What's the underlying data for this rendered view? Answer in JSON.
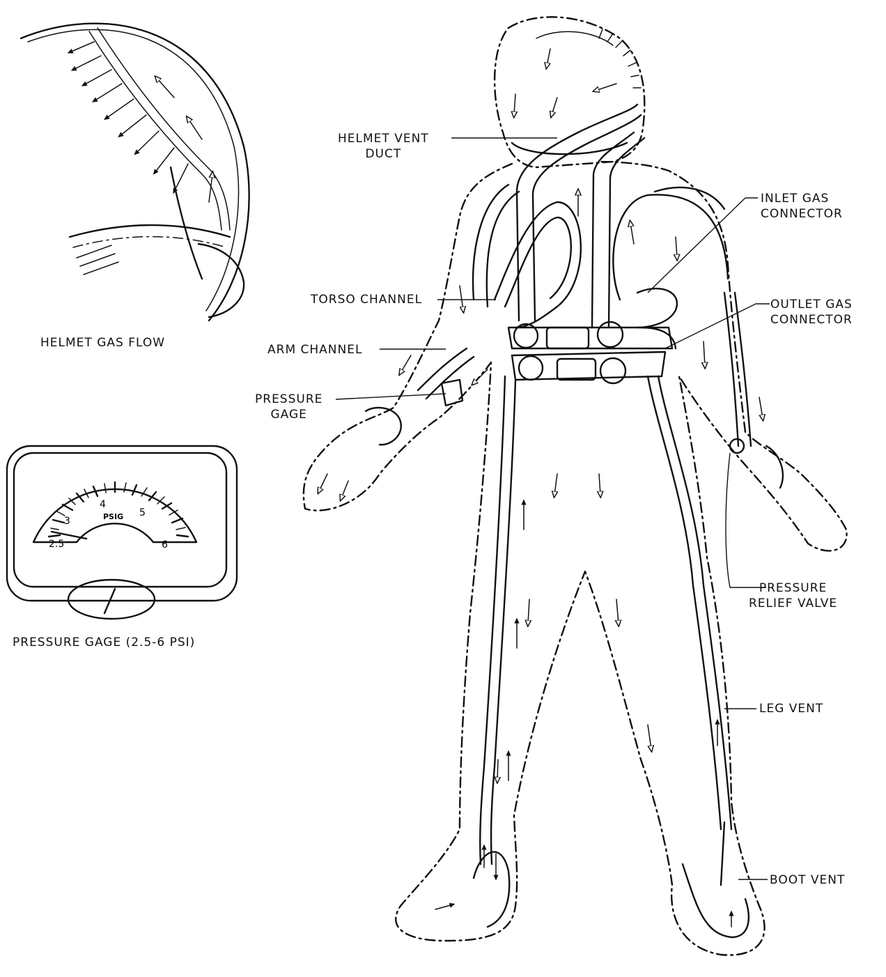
{
  "figure": {
    "insets": {
      "helmet_title": "HELMET GAS FLOW",
      "gage_title": "PRESSURE GAGE (2.5-6 PSI)",
      "gage": {
        "unit": "PSIG",
        "scale_labels": [
          "2.5",
          "3",
          "4",
          "5",
          "6"
        ],
        "range": [
          2.5,
          6
        ],
        "needle_value": 2.6
      }
    },
    "callouts": {
      "helmet_vent_duct": [
        "HELMET VENT",
        "DUCT"
      ],
      "inlet_gas_connector": [
        "INLET GAS",
        "CONNECTOR"
      ],
      "torso_channel": [
        "TORSO CHANNEL"
      ],
      "outlet_gas_connector": [
        "OUTLET GAS",
        "CONNECTOR"
      ],
      "arm_channel": [
        "ARM CHANNEL"
      ],
      "pressure_gage": [
        "PRESSURE",
        "GAGE"
      ],
      "pressure_relief_valve": [
        "PRESSURE",
        "RELIEF VALVE"
      ],
      "leg_vent": [
        "LEG VENT"
      ],
      "boot_vent": [
        "BOOT VENT"
      ]
    }
  }
}
